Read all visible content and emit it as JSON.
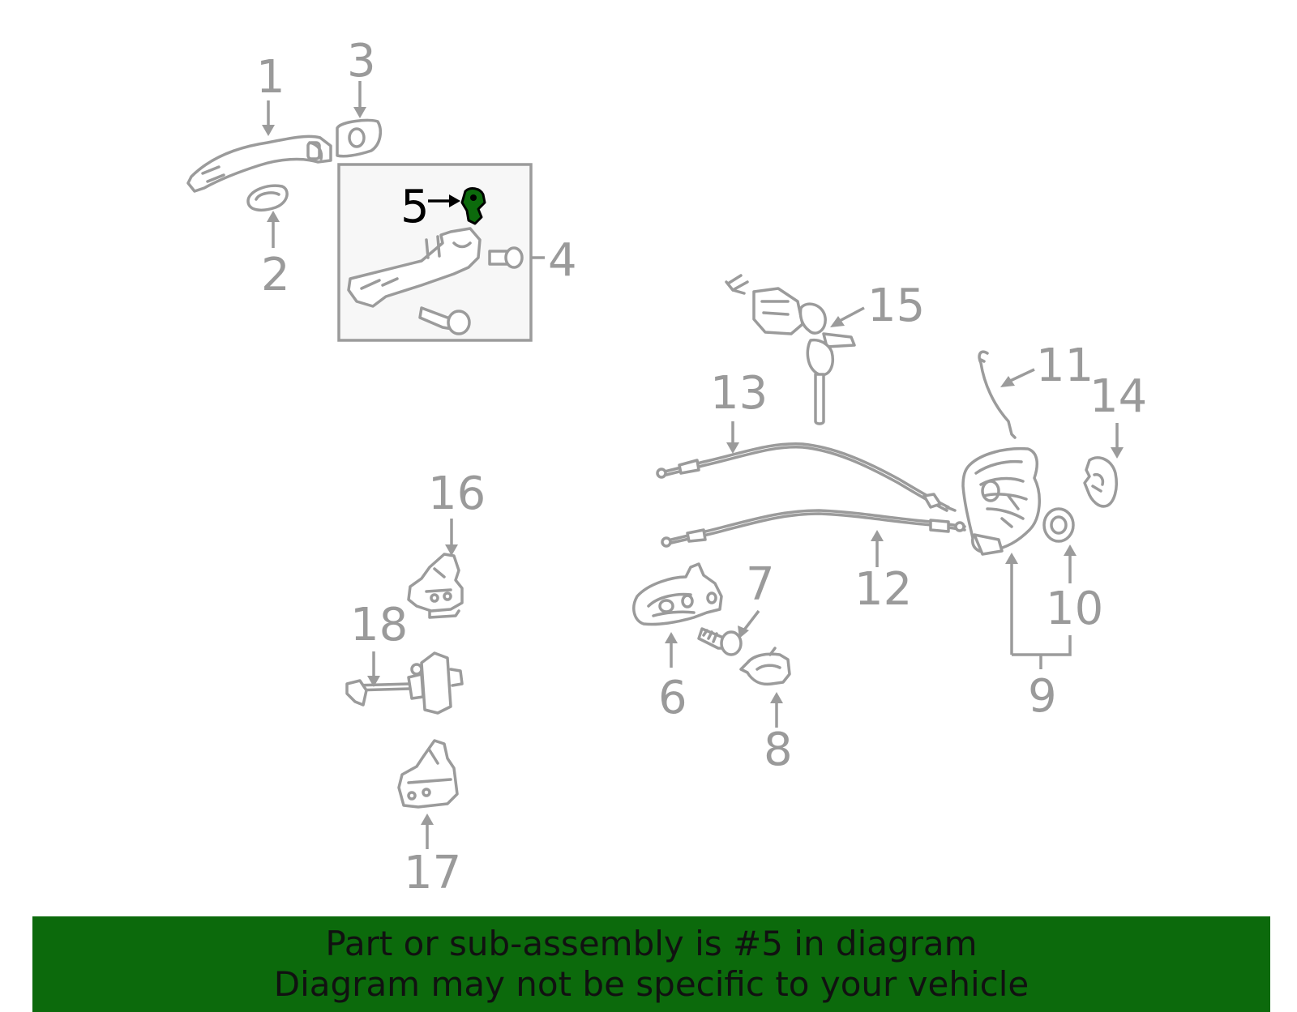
{
  "diagram": {
    "callouts": [
      "1",
      "2",
      "3",
      "4",
      "5",
      "6",
      "7",
      "8",
      "9",
      "10",
      "11",
      "12",
      "13",
      "14",
      "15",
      "16",
      "17",
      "18"
    ],
    "highlighted_part": "5"
  },
  "colors": {
    "highlight": "#0c6a0c",
    "linework": "#9b9b9b",
    "banner_bg": "#0c6a0c"
  },
  "banner": {
    "line1": "Part or sub-assembly is #5 in diagram",
    "line2": "Diagram may not be specific to your vehicle"
  }
}
